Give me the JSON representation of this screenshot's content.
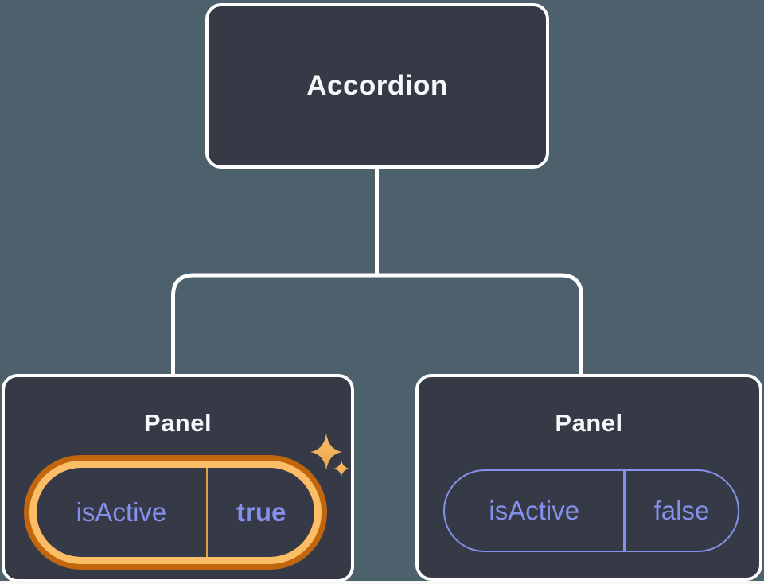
{
  "diagram": {
    "kind": "component-tree",
    "root": {
      "label": "Accordion"
    },
    "panels": [
      {
        "title": "Panel",
        "prop_name": "isActive",
        "prop_value": "true",
        "highlighted": true,
        "sparkle_icon": "sparkles-icon"
      },
      {
        "title": "Panel",
        "prop_name": "isActive",
        "prop_value": "false",
        "highlighted": false
      }
    ],
    "colors": {
      "background": "#4D616C",
      "node_fill": "#353A46",
      "node_border": "#FFFFFF",
      "title_text": "#F6F7F9",
      "prop_text": "#8490EC",
      "plain_pill_border": "#8691E8",
      "highlight_ring_outer": "#C2660E",
      "highlight_ring_inner": "#FBBD66",
      "highlight_divider": "#E2A33F",
      "sparkle": "#F6B45C"
    }
  }
}
